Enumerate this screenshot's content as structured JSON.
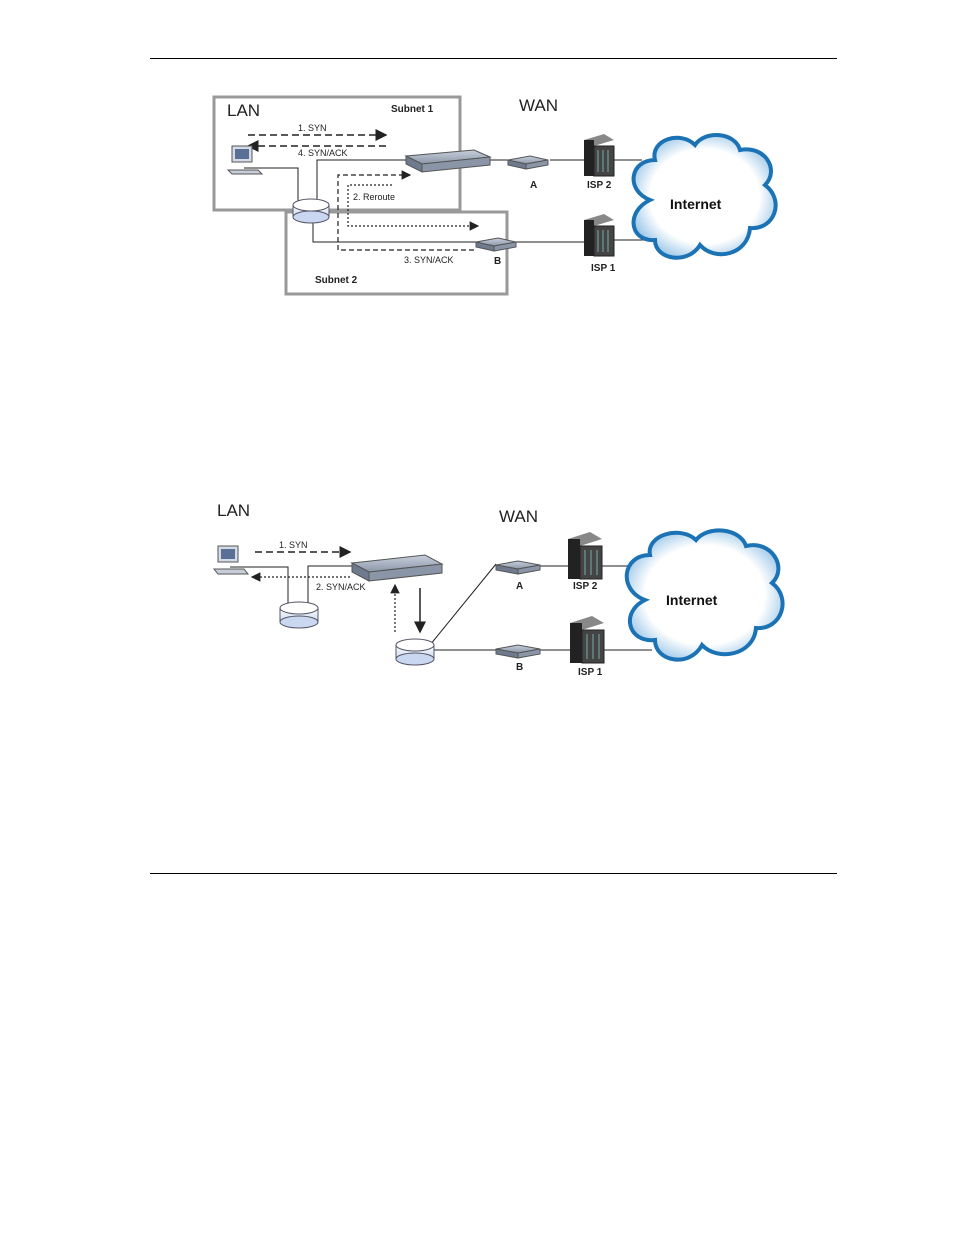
{
  "diagram1": {
    "lan": "LAN",
    "wan": "WAN",
    "subnet1": "Subnet 1",
    "subnet2": "Subnet 2",
    "syn": "1. SYN",
    "synack4": "4. SYN/ACK",
    "reroute": "2. Reroute",
    "synack3": "3. SYN/ACK",
    "router_a": "A",
    "router_b": "B",
    "isp2": "ISP 2",
    "isp1": "ISP 1",
    "internet": "Internet"
  },
  "diagram2": {
    "lan": "LAN",
    "wan": "WAN",
    "syn": "1. SYN",
    "synack2": "2. SYN/ACK",
    "router_a": "A",
    "router_b": "B",
    "isp2": "ISP 2",
    "isp1": "ISP 1",
    "internet": "Internet"
  },
  "colors": {
    "box": "#999999",
    "cloud": "#1b73b5",
    "device": "#8a96a8"
  }
}
